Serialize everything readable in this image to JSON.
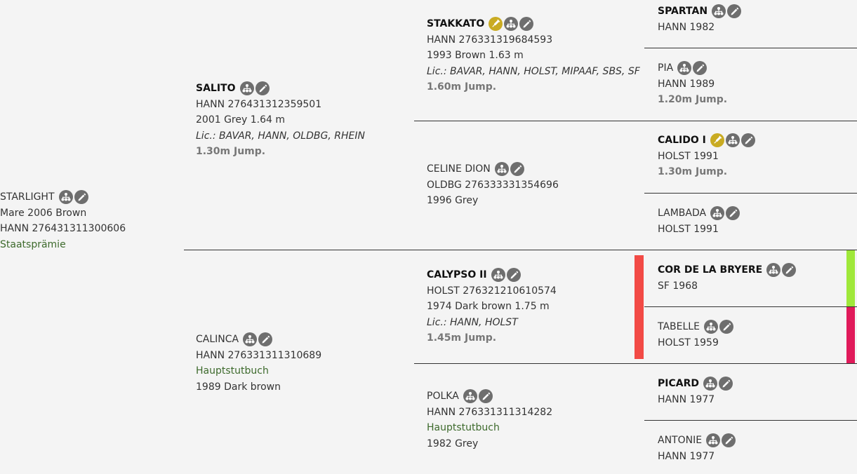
{
  "colors": {
    "background": "#f4f4f4",
    "text": "#333333",
    "perf_text": "#777777",
    "green_text": "#3d6a2c",
    "icon_grey": "#6e6e6e",
    "icon_gold": "#c9ab22",
    "inbreeding_red": "#f24a45",
    "marker_lime": "#9fe83a",
    "marker_crimson": "#e01a5a"
  },
  "horses": {
    "starlight": {
      "name": "STARLIGHT",
      "lines": [
        "Mare 2006 Brown",
        "HANN 276431311300606"
      ],
      "award": "Staatsprämie",
      "icons": [
        "pedigree-icon",
        "edit-icon"
      ]
    },
    "salito": {
      "name": "SALITO",
      "lines": [
        "HANN 276431312359501",
        "2001 Grey 1.64 m"
      ],
      "license": "Lic.: BAVAR, HANN, OLDBG, RHEIN",
      "performance": "1.30m Jump.",
      "icons": [
        "pedigree-icon",
        "edit-icon"
      ]
    },
    "calinca": {
      "name": "CALINCA",
      "lines": [
        "HANN 276331311310689"
      ],
      "studbook": "Hauptstutbuch",
      "lines2": [
        "1989 Dark brown"
      ],
      "icons": [
        "pedigree-icon",
        "edit-icon"
      ]
    },
    "stakkato": {
      "name": "STAKKATO",
      "lines": [
        "HANN 276331319684593",
        "1993 Brown 1.63 m"
      ],
      "license": "Lic.: BAVAR, HANN, HOLST, MIPAAF, SBS, SF",
      "performance": "1.60m Jump.",
      "icons": [
        "syringe-icon",
        "pedigree-icon",
        "edit-icon"
      ]
    },
    "celine_dion": {
      "name": "CELINE DION",
      "lines": [
        "OLDBG 276333331354696",
        "1996 Grey"
      ],
      "icons": [
        "pedigree-icon",
        "edit-icon"
      ]
    },
    "calypso_ii": {
      "name": "CALYPSO II",
      "lines": [
        "HOLST 276321210610574",
        "1974 Dark brown 1.75 m"
      ],
      "license": "Lic.: HANN, HOLST",
      "performance": "1.45m Jump.",
      "icons": [
        "pedigree-icon",
        "edit-icon"
      ]
    },
    "polka": {
      "name": "POLKA",
      "lines": [
        "HANN 276331311314282"
      ],
      "studbook": "Hauptstutbuch",
      "lines2": [
        "1982 Grey"
      ],
      "icons": [
        "pedigree-icon",
        "edit-icon"
      ]
    },
    "spartan": {
      "name": "SPARTAN",
      "lines": [
        "HANN 1982"
      ],
      "icons": [
        "pedigree-icon",
        "edit-icon"
      ]
    },
    "pia": {
      "name": "PIA",
      "lines": [
        "HANN 1989"
      ],
      "performance": "1.20m Jump.",
      "icons": [
        "pedigree-icon",
        "edit-icon"
      ]
    },
    "calido_i": {
      "name": "CALIDO I",
      "lines": [
        "HOLST 1991"
      ],
      "performance": "1.30m Jump.",
      "icons": [
        "syringe-icon",
        "pedigree-icon",
        "edit-icon"
      ]
    },
    "lambada": {
      "name": "LAMBADA",
      "lines": [
        "HOLST 1991"
      ],
      "icons": [
        "pedigree-icon",
        "edit-icon"
      ]
    },
    "cor_de_la_bryere": {
      "name": "COR DE LA BRYERE",
      "lines": [
        "SF 1968"
      ],
      "icons": [
        "pedigree-icon",
        "edit-icon"
      ]
    },
    "tabelle": {
      "name": "TABELLE",
      "lines": [
        "HOLST 1959"
      ],
      "icons": [
        "pedigree-icon",
        "edit-icon"
      ]
    },
    "picard": {
      "name": "PICARD",
      "lines": [
        "HANN 1977"
      ],
      "icons": [
        "pedigree-icon",
        "edit-icon"
      ]
    },
    "antonie": {
      "name": "ANTONIE",
      "lines": [
        "HANN 1977"
      ],
      "icons": [
        "pedigree-icon",
        "edit-icon"
      ]
    }
  }
}
